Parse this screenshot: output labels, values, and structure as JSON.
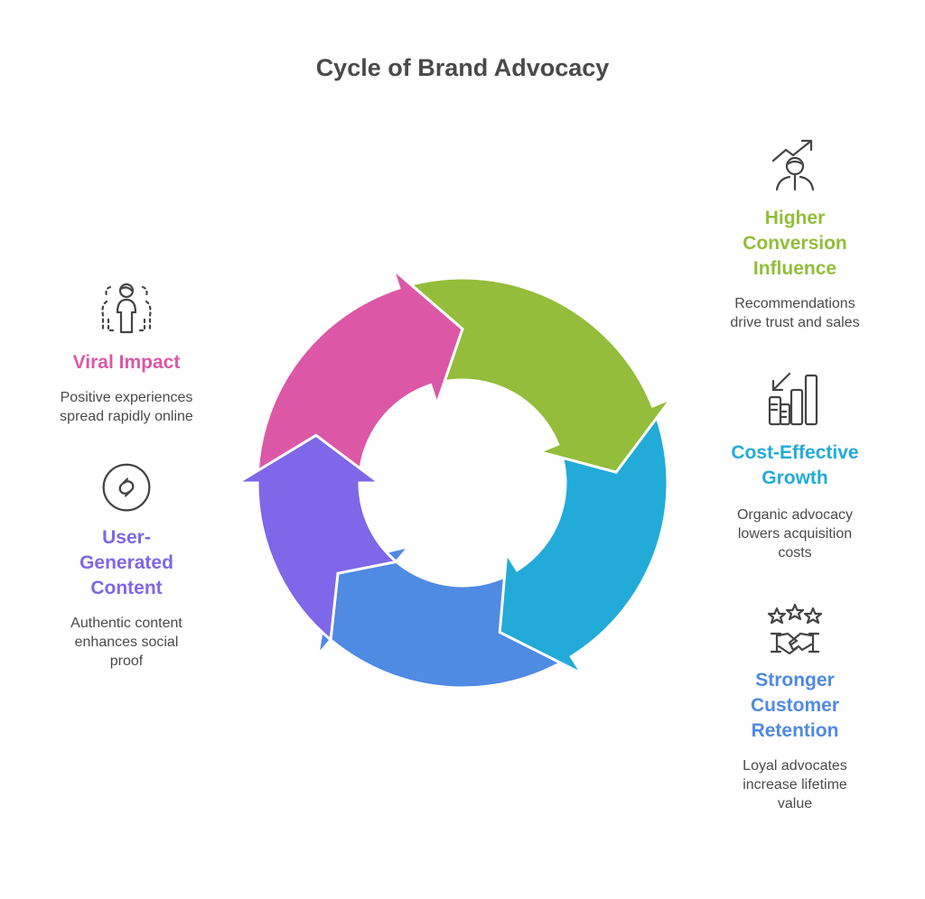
{
  "title": "Cycle of Brand Advocacy",
  "steps": [
    {
      "heading": "Higher Conversion Influence",
      "heading_lines": [
        "Higher",
        "Conversion",
        "Influence"
      ],
      "description_lines": [
        "Recommendations",
        "drive trust and sales"
      ],
      "icon": "person-trend-up-icon",
      "color": "#93BD3A"
    },
    {
      "heading": "Cost-Effective Growth",
      "heading_lines": [
        "Cost-Effective",
        "Growth"
      ],
      "description_lines": [
        "Organic advocacy",
        "lowers acquisition",
        "costs"
      ],
      "icon": "bar-chart-cost-down-icon",
      "color": "#22ABD9"
    },
    {
      "heading": "Stronger Customer Retention",
      "heading_lines": [
        "Stronger",
        "Customer",
        "Retention"
      ],
      "description_lines": [
        "Loyal advocates",
        "increase lifetime",
        "value"
      ],
      "icon": "stars-handshake-icon",
      "color": "#4F8AE3"
    },
    {
      "heading": "User-Generated Content",
      "heading_lines": [
        "User-",
        "Generated",
        "Content"
      ],
      "description_lines": [
        "Authentic content",
        "enhances social",
        "proof"
      ],
      "icon": "link-circle-icon",
      "color": "#7E67E8"
    },
    {
      "heading": "Viral Impact",
      "heading_lines": [
        "Viral Impact"
      ],
      "description_lines": [
        "Positive experiences",
        "spread rapidly online"
      ],
      "icon": "people-network-icon",
      "color": "#DC58A7"
    }
  ],
  "colors": {
    "title": "#4A4A4A",
    "text": "#4A4A4A",
    "icon_stroke": "#444444"
  }
}
